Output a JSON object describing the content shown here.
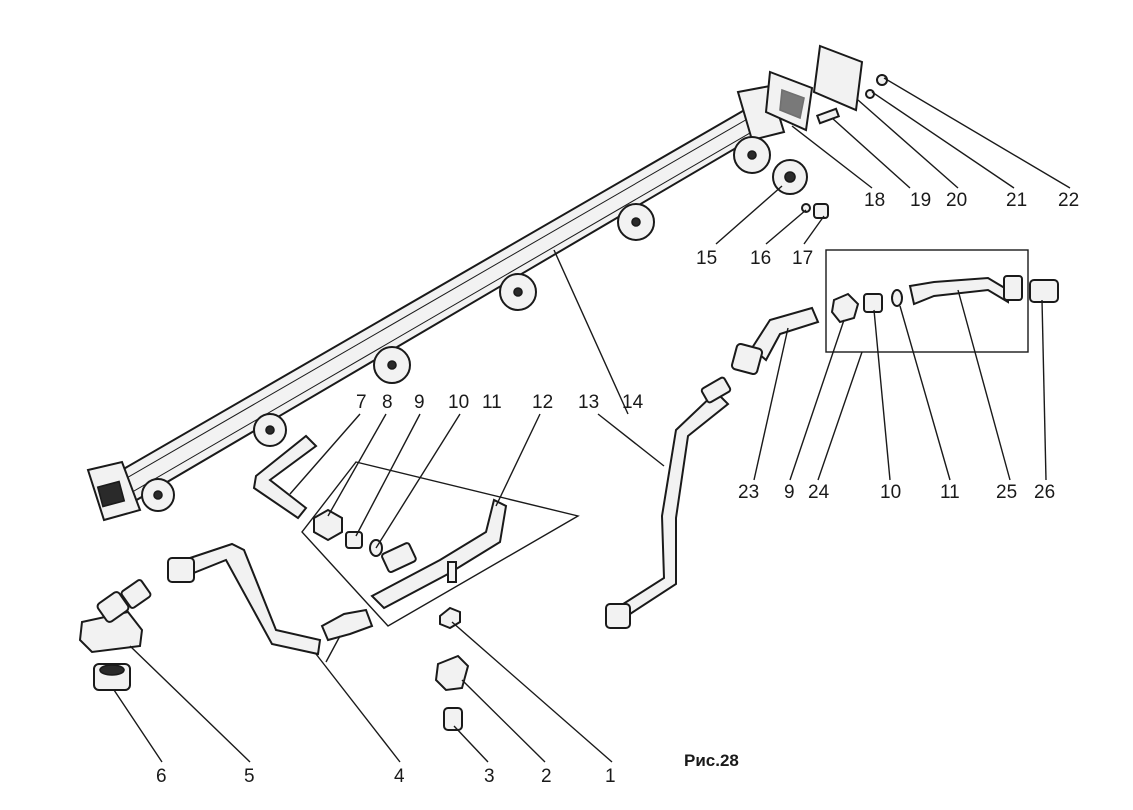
{
  "caption": "Рис.28",
  "labels": {
    "l1": "1",
    "l2": "2",
    "l3": "3",
    "l4": "4",
    "l5": "5",
    "l6": "6",
    "l7": "7",
    "l8": "8",
    "l9a": "9",
    "l10a": "10",
    "l11a": "11",
    "l12": "12",
    "l13": "13",
    "l14": "14",
    "l15": "15",
    "l16": "16",
    "l17": "17",
    "l18": "18",
    "l19": "19",
    "l20": "20",
    "l21": "21",
    "l22": "22",
    "l23": "23",
    "l9b": "9",
    "l24": "24",
    "l10b": "10",
    "l11b": "11",
    "l25": "25",
    "l26": "26"
  }
}
